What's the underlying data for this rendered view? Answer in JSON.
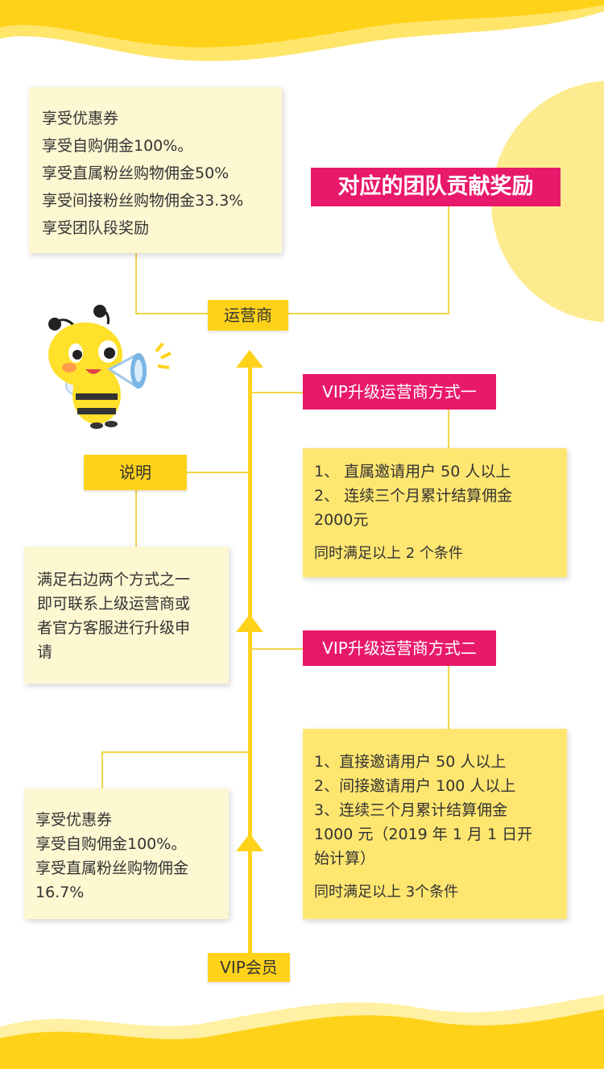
{
  "top_box": {
    "lines": [
      "享受优惠券",
      "享受自购佣金100%。",
      "享受直属粉丝购物佣金50%",
      "享受间接粉丝购物佣金33.3%",
      "享受团队段奖励"
    ]
  },
  "team_reward_label": "对应的团队贡献奖励",
  "operator_label": "运营商",
  "vip_member_label": "VIP会员",
  "explain_label": "说明",
  "explain_box": {
    "lines": [
      "满足右边两个方式之一",
      "即可联系上级运营商或",
      "者官方客服进行升级申",
      "请"
    ]
  },
  "method1": {
    "label": "VIP升级运营商方式一",
    "lines": [
      "1、 直属邀请用户 50 人以上",
      "2、 连续三个月累计结算佣金",
      "2000元"
    ],
    "note": "同时满足以上 2 个条件"
  },
  "method2": {
    "label": "VIP升级运营商方式二",
    "lines": [
      "1、直接邀请用户 50 人以上",
      "2、间接邀请用户 100 人以上",
      "3、连续三个月累计结算佣金",
      "1000 元（2019 年 1 月 1 日开",
      "始计算）"
    ],
    "note": "同时满足以上 3个条件"
  },
  "vip_box": {
    "lines": [
      "享受优惠券",
      "享受自购佣金100%。",
      "享受直属粉丝购物佣金",
      "16.7%"
    ]
  },
  "colors": {
    "yellow": "#ffd21a",
    "pink": "#e8196b",
    "cream": "#fdf7d2",
    "light_yellow": "#ffe670"
  },
  "icons": [
    "bee-mascot-icon",
    "megaphone-icon"
  ]
}
